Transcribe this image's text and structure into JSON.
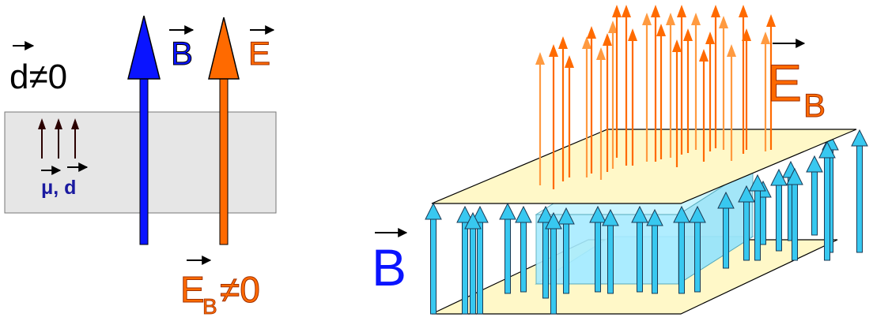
{
  "left_diagram": {
    "edm_label": "d≠0",
    "edm_vector_letter": "d",
    "b_label": "B",
    "e_label": "E",
    "moment_label": "μ, d",
    "induced_field_label": "E",
    "induced_field_subscript": "B",
    "induced_field_suffix": "≠0"
  },
  "right_diagram": {
    "b_label": "B",
    "e_label": "E",
    "e_subscript": "B"
  },
  "colors": {
    "b_field": "#0a14ff",
    "e_field": "#ff6a00",
    "light_orange": "#ff9a40",
    "cyan_arrow": "#38c8f0",
    "plate": "#fff8c8",
    "slab": "#e6e6e6",
    "cell": "#a8ecff",
    "dark": "#2a0000"
  }
}
